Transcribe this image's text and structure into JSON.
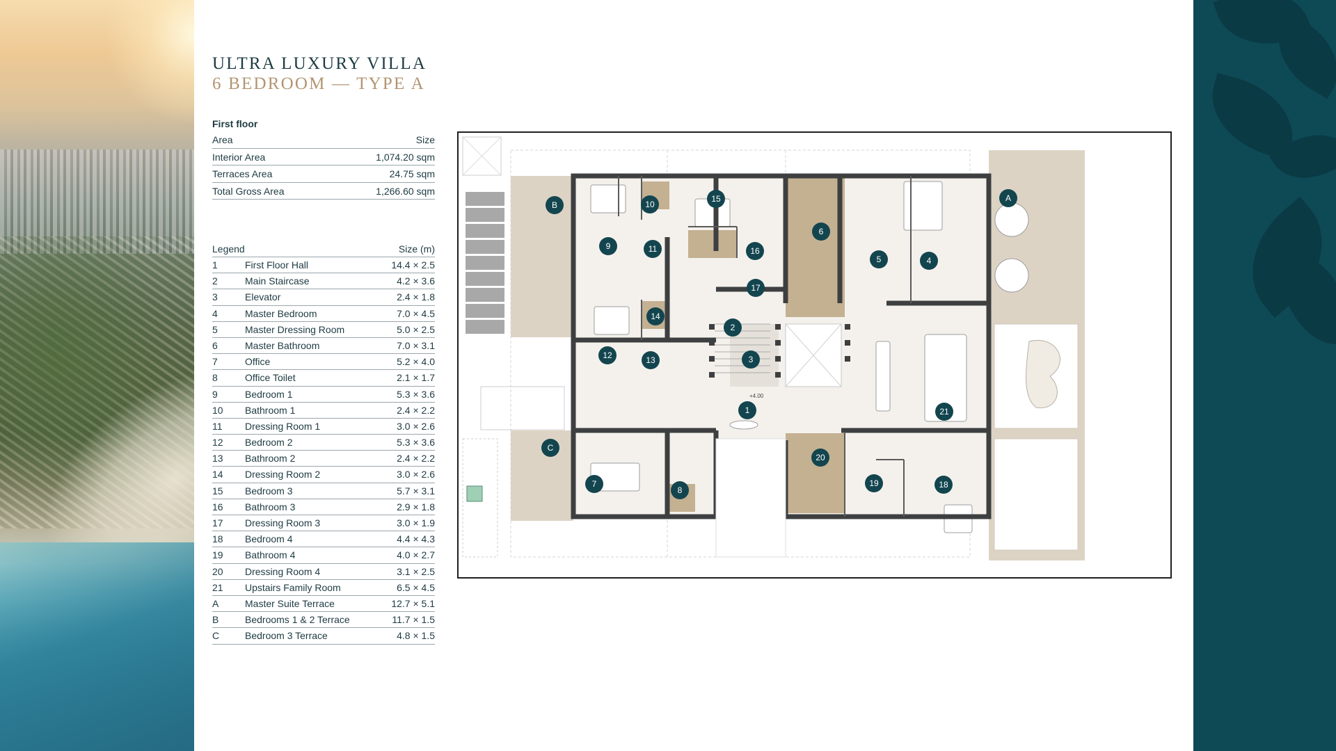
{
  "title_line1": "ULTRA LUXURY VILLA",
  "title_line2": "6 BEDROOM — TYPE A",
  "areas": {
    "section": "First floor",
    "col_left": "Area",
    "col_right": "Size",
    "rows": [
      {
        "label": "Interior Area",
        "value": "1,074.20 sqm"
      },
      {
        "label": "Terraces Area",
        "value": "24.75 sqm"
      },
      {
        "label": "Total Gross Area",
        "value": "1,266.60 sqm"
      }
    ]
  },
  "legend": {
    "col_left": "Legend",
    "col_right": "Size (m)",
    "rows": [
      {
        "id": "1",
        "name": "First Floor Hall",
        "size": "14.4 × 2.5"
      },
      {
        "id": "2",
        "name": "Main Staircase",
        "size": "4.2 × 3.6"
      },
      {
        "id": "3",
        "name": "Elevator",
        "size": "2.4 × 1.8"
      },
      {
        "id": "4",
        "name": "Master Bedroom",
        "size": "7.0 × 4.5"
      },
      {
        "id": "5",
        "name": "Master Dressing Room",
        "size": "5.0 × 2.5"
      },
      {
        "id": "6",
        "name": "Master Bathroom",
        "size": "7.0 × 3.1"
      },
      {
        "id": "7",
        "name": "Office",
        "size": "5.2 × 4.0"
      },
      {
        "id": "8",
        "name": "Office Toilet",
        "size": "2.1 × 1.7"
      },
      {
        "id": "9",
        "name": "Bedroom 1",
        "size": "5.3 × 3.6"
      },
      {
        "id": "10",
        "name": "Bathroom 1",
        "size": "2.4 × 2.2"
      },
      {
        "id": "11",
        "name": "Dressing Room 1",
        "size": "3.0 × 2.6"
      },
      {
        "id": "12",
        "name": "Bedroom 2",
        "size": "5.3 × 3.6"
      },
      {
        "id": "13",
        "name": "Bathroom 2",
        "size": "2.4 × 2.2"
      },
      {
        "id": "14",
        "name": "Dressing Room 2",
        "size": "3.0 × 2.6"
      },
      {
        "id": "15",
        "name": "Bedroom 3",
        "size": "5.7 × 3.1"
      },
      {
        "id": "16",
        "name": "Bathroom 3",
        "size": "2.9 × 1.8"
      },
      {
        "id": "17",
        "name": "Dressing Room 3",
        "size": "3.0 × 1.9"
      },
      {
        "id": "18",
        "name": "Bedroom 4",
        "size": "4.4 × 4.3"
      },
      {
        "id": "19",
        "name": "Bathroom 4",
        "size": "4.0 × 2.7"
      },
      {
        "id": "20",
        "name": "Dressing Room 4",
        "size": "3.1 × 2.5"
      },
      {
        "id": "21",
        "name": "Upstairs Family Room",
        "size": "6.5 × 4.5"
      },
      {
        "id": "A",
        "name": "Master Suite Terrace",
        "size": "12.7 × 5.1"
      },
      {
        "id": "B",
        "name": "Bedrooms 1 & 2 Terrace",
        "size": "11.7 × 1.5"
      },
      {
        "id": "C",
        "name": "Bedroom 3 Terrace",
        "size": "4.8 × 1.5"
      }
    ]
  },
  "plan": {
    "level_label": "+4.00",
    "markers": [
      "1",
      "2",
      "3",
      "4",
      "5",
      "6",
      "7",
      "8",
      "9",
      "10",
      "11",
      "12",
      "13",
      "14",
      "15",
      "16",
      "17",
      "18",
      "19",
      "20",
      "21",
      "A",
      "B",
      "C"
    ],
    "colors": {
      "marker": "#13454f",
      "wood": "#c3b192",
      "floor": "#f4f1ec",
      "wall": "#3d3f40",
      "terrace": "#ddd3c4"
    }
  }
}
